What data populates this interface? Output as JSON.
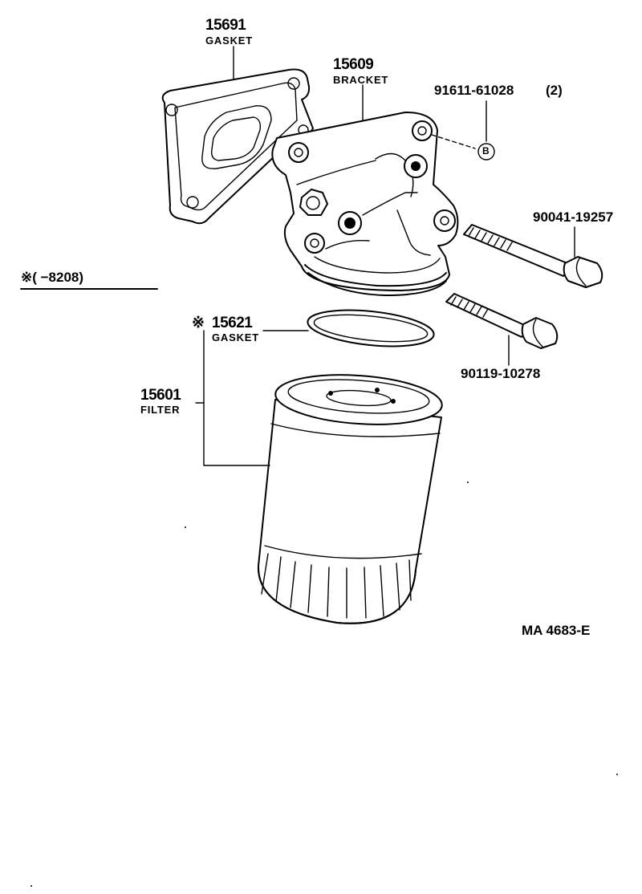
{
  "parts": {
    "gasket_top": {
      "number": "15691",
      "name": "GASKET"
    },
    "bracket": {
      "number": "15609",
      "name": "BRACKET"
    },
    "stud_bolt": {
      "number": "91611-61028",
      "qty": "(2)",
      "ref_mark": "B"
    },
    "bolt_long": {
      "number": "90041-19257"
    },
    "bolt_short": {
      "number": "90119-10278"
    },
    "gasket_ring": {
      "mark": "※",
      "number": "15621",
      "name": "GASKET"
    },
    "filter": {
      "number": "15601",
      "name": "FILTER"
    }
  },
  "applicability": {
    "text": "※(      −8208)"
  },
  "diagram_code": "MA  4683-E"
}
